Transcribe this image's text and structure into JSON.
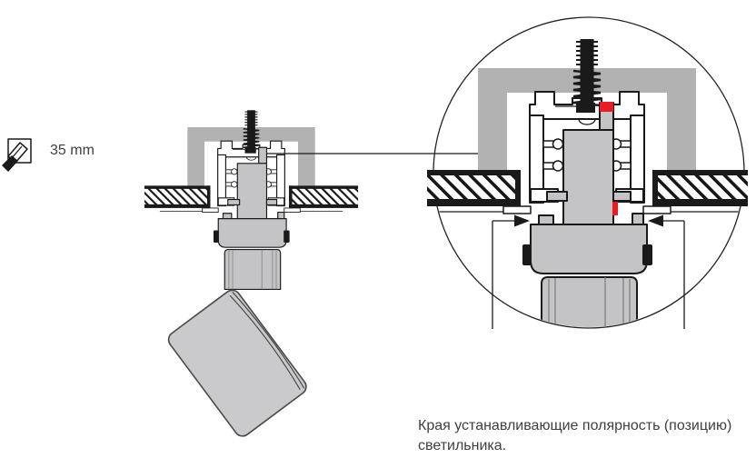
{
  "drill_depth": {
    "label": "35 mm"
  },
  "caption": {
    "line1": "Края устанавливающие полярность (позицию)",
    "line2": "светильника."
  },
  "colors": {
    "housing": "#b2b2b2",
    "fixture": "#c4c4c7",
    "head": "#cacacd",
    "accent": "#ec1c24",
    "line": "#1a1a1a",
    "text": "#3f3f3f"
  }
}
